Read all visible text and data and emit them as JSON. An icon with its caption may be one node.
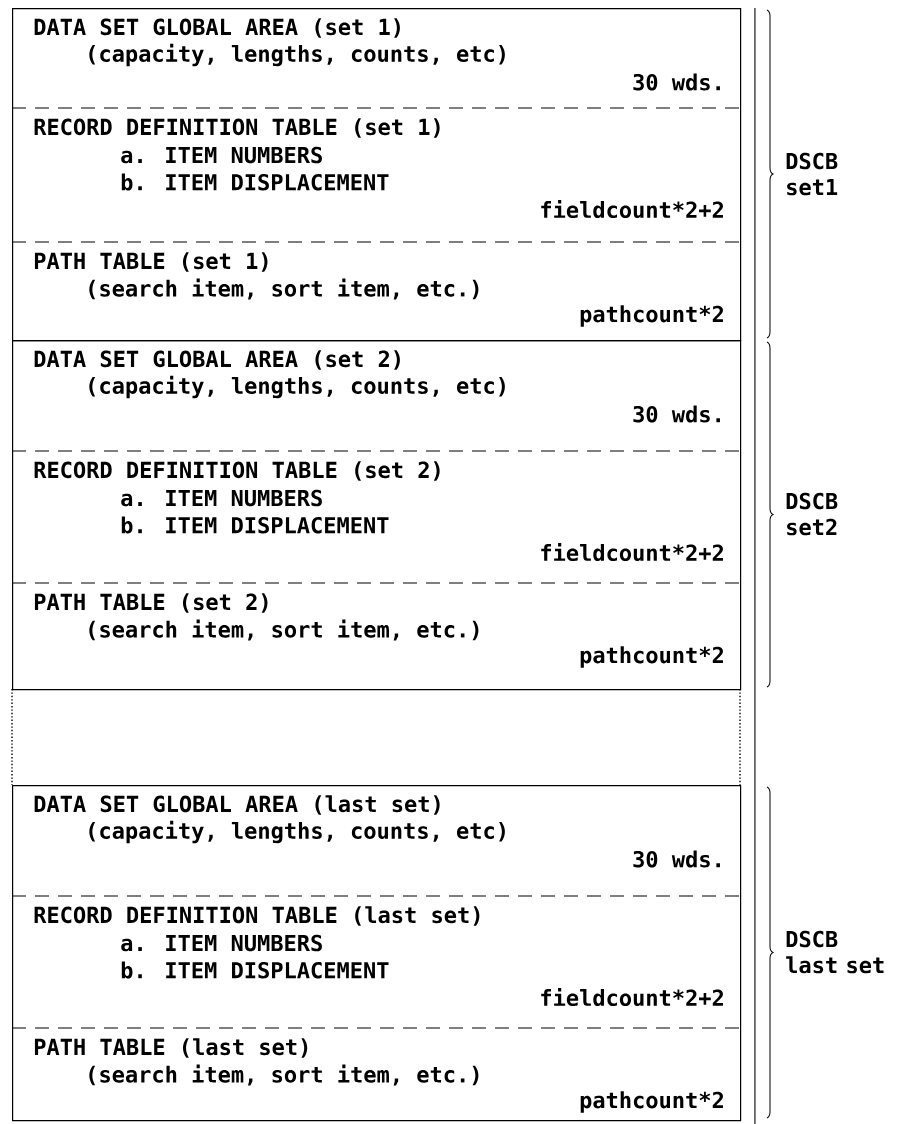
{
  "diagram": {
    "nodes": [
      {
        "text": [],
        "shape": "box",
        "beside": [
          "DSCB set1"
        ]
      },
      {
        "text": [
          "DATA SET GLOBAL AREA (set 1)",
          "(capacity, lengths, counts, etc)",
          "30 wds."
        ],
        "in": 0
      },
      {
        "text": [
          "RECORD DEFINITION TABLE (set 1)",
          "a. ITEM NUMBERS",
          "b. ITEM DISPLACEMENT",
          "fieldcount*2+2"
        ],
        "in": 0
      },
      {
        "text": [
          "PATH TABLE (set 1)",
          "(search item, sort item, etc.)",
          "pathcount*2"
        ],
        "in": 0
      },
      {
        "text": [],
        "shape": "box",
        "beside": [
          "DSCB set2"
        ]
      },
      {
        "text": [
          "DATA SET GLOBAL AREA (set 2)",
          "(capacity, lengths, counts, etc)",
          "30 wds."
        ],
        "in": 4
      },
      {
        "text": [
          "RECORD DEFINITION TABLE (set 2)",
          "a. ITEM NUMBERS",
          "b. ITEM DISPLACEMENT",
          "fieldcount*2+2"
        ],
        "in": 4
      },
      {
        "text": [
          "PATH TABLE (set 2)",
          "(search item, sort item, etc.)",
          "pathcount*2"
        ],
        "in": 4
      },
      {
        "text": [],
        "shape": "box",
        "beside": [
          "DSCB last set"
        ]
      },
      {
        "text": [
          "DATA SET GLOBAL AREA (last set)",
          "(capacity, lengths, counts, etc)",
          "30 wds."
        ],
        "in": 8
      },
      {
        "text": [
          "RECORD DEFINITION TABLE (last set)",
          "a. ITEM NUMBERS",
          "b. ITEM DISPLACEMENT",
          "fieldcount*2+2"
        ],
        "in": 8
      },
      {
        "text": [
          "PATH TABLE (last set)",
          "(search item, sort item, etc.)",
          "pathcount*2"
        ],
        "in": 8
      }
    ]
  }
}
